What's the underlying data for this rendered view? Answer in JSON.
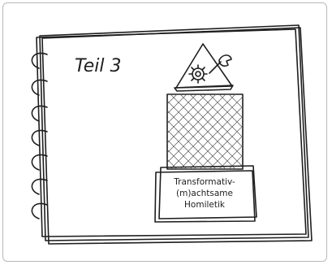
{
  "notebook": {
    "heading": "Teil 3",
    "label_lines": [
      "Transformativ-",
      "(m)achtsame",
      "Homiletik"
    ]
  },
  "icons": {
    "triangle": "warning-triangle-icon",
    "gear": "gear-icon",
    "wrench": "wrench-icon"
  },
  "colors": {
    "ink": "#1e1e1e",
    "frame": "#b9b9b9",
    "paper": "#ffffff"
  }
}
